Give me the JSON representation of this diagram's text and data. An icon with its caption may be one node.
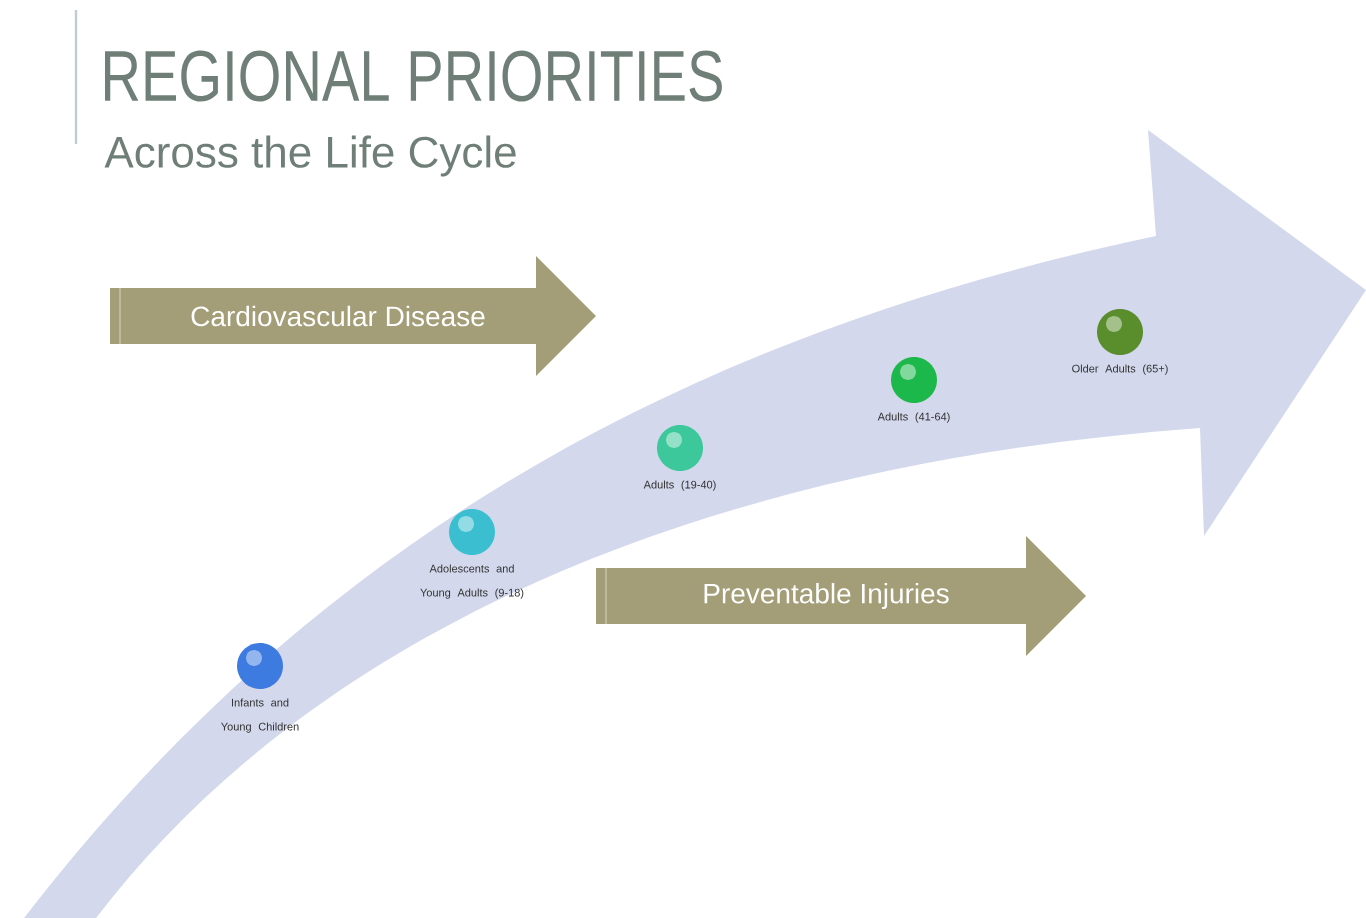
{
  "diagram": {
    "title": "REGIONAL PRIORITIES",
    "nodes": [
      {
        "text": [
          "Cardiovascular Disease"
        ]
      },
      {
        "text": [
          "Infants and Young Children"
        ]
      },
      {
        "text": [
          "Adolescents and Young Adults (9-18)"
        ]
      },
      {
        "text": [
          "Adults (19-40)"
        ]
      },
      {
        "text": [
          "Adults (41-64)"
        ]
      },
      {
        "text": [
          "Older Adults (65+)"
        ]
      },
      {
        "text": [
          "Preventable Injuries"
        ]
      }
    ],
    "labels": [
      "Across the Life Cycle"
    ]
  }
}
